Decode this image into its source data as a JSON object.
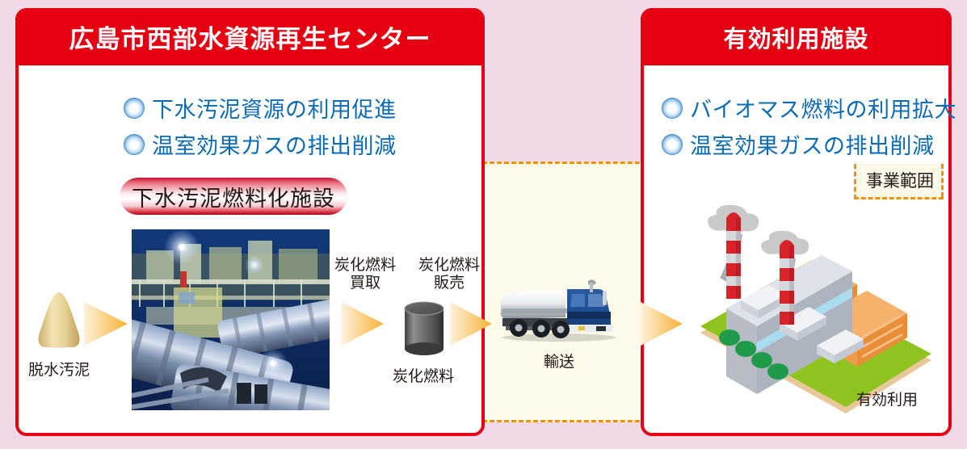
{
  "background_color": "#f2d9e8",
  "accent_red": "#e60012",
  "accent_blue": "#0d6bb5",
  "accent_orange": "#f29100",
  "scope_fill": "#fdfaea",
  "left_panel": {
    "title": "広島市西部水資源再生センター",
    "bullets": [
      {
        "icon": "blue-sphere-bullet-icon",
        "label": "下水汚泥資源の利用促進"
      },
      {
        "icon": "blue-sphere-bullet-icon",
        "label": "温室効果ガスの排出削減"
      }
    ],
    "facility_pill_label": "下水汚泥燃料化施設",
    "photo_caption": "",
    "sludge": {
      "icon": "sludge-cone-icon",
      "label": "脱水汚泥"
    },
    "fuel": {
      "icon": "carbonized-fuel-cylinder-icon",
      "label": "炭化燃料"
    },
    "flow_captions": [
      {
        "name": "buy",
        "line1": "炭化燃料",
        "line2": "買取"
      },
      {
        "name": "sell",
        "line1": "炭化燃料",
        "line2": "販売"
      }
    ]
  },
  "middle": {
    "transport": {
      "icon": "tanker-truck-icon",
      "label": "輸送"
    }
  },
  "right_panel": {
    "title": "有効利用施設",
    "bullets": [
      {
        "icon": "blue-sphere-bullet-icon",
        "label": "バイオマス燃料の利用拡大"
      },
      {
        "icon": "blue-sphere-bullet-icon",
        "label": "温室効果ガスの排出削減"
      }
    ],
    "plant": {
      "icon": "industrial-plant-icon",
      "label": "有効利用"
    }
  },
  "scope": {
    "tag_label": "事業範囲"
  },
  "arrows": [
    {
      "name": "arrow-sludge-to-facility"
    },
    {
      "name": "arrow-facility-to-fuel"
    },
    {
      "name": "arrow-fuel-to-truck"
    },
    {
      "name": "arrow-truck-to-plant"
    }
  ]
}
